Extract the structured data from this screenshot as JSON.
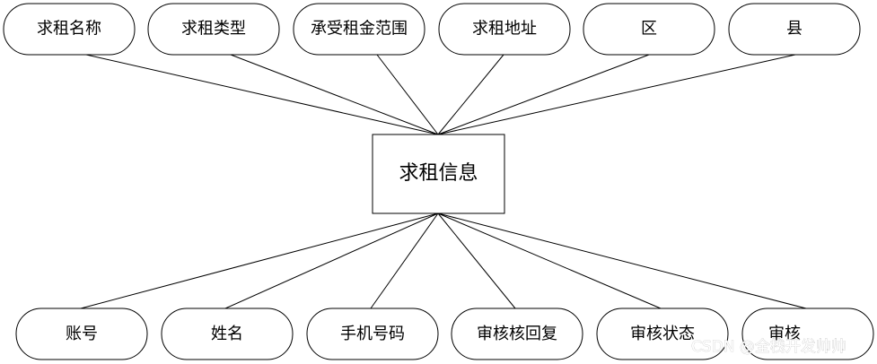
{
  "diagram": {
    "type": "er-attribute-diagram",
    "entity": {
      "label": "求租信息"
    },
    "top_attributes": [
      {
        "label": "求租名称"
      },
      {
        "label": "求租类型"
      },
      {
        "label": "承受租金范围"
      },
      {
        "label": "求租地址"
      },
      {
        "label": "区"
      },
      {
        "label": "县"
      }
    ],
    "bottom_attributes": [
      {
        "label": "账号"
      },
      {
        "label": "姓名"
      },
      {
        "label": "手机号码"
      },
      {
        "label": "审核核回复"
      },
      {
        "label": "审核状态"
      },
      {
        "label": "审核"
      }
    ],
    "colors": {
      "stroke": "#000000",
      "fill": "#ffffff",
      "text": "#000000"
    }
  },
  "watermark": {
    "text": "CSDN @全栈开发帅帅"
  }
}
